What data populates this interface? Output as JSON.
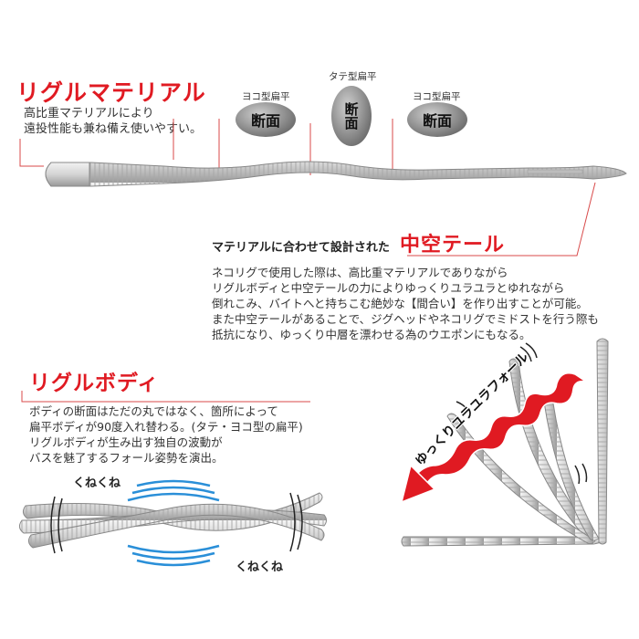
{
  "material": {
    "title": "リグルマテリアル",
    "lines": [
      "高比重マテリアルにより",
      "遠投性能も兼ね備え使いやすい。"
    ]
  },
  "cross_sections": [
    {
      "label": "ヨコ型扁平",
      "text": "断面"
    },
    {
      "label": "タテ型扁平",
      "text": "断面"
    },
    {
      "label": "ヨコ型扁平",
      "text": "断面"
    }
  ],
  "hollow_tail": {
    "lead": "マテリアルに合わせて設計された",
    "title": "中空テール",
    "lines": [
      "ネコリグで使用した際は、高比重マテリアルでありながら",
      "リグルボディと中空テールの力によりゆっくりユラユラとゆれながら",
      "倒れこみ、バイトへと持ちこむ絶妙な【間合い】を作り出すことが可能。",
      "また中空テールがあることで、ジグヘッドやネコリグでミドストを行う際も",
      "抵抗になり、ゆっくり中層を漂わせる為のウエポンにもなる。"
    ]
  },
  "body_section": {
    "title": "リグルボディ",
    "lines": [
      "ボディの断面はただの丸ではなく、箇所によって",
      "扁平ボディが90度入れ替わる。(タテ・ヨコ型の扁平)",
      "リグルボディが生み出す独自の波動が",
      "バスを魅了するフォール姿勢を演出。"
    ],
    "wiggle_labels": [
      "くねくね",
      "くねくね"
    ]
  },
  "fall": {
    "label": "ゆっくりユラユラフォール"
  },
  "colors": {
    "accent": "#e01a22",
    "lure": "#dcdcdc",
    "wave": "#2a8fd8"
  }
}
